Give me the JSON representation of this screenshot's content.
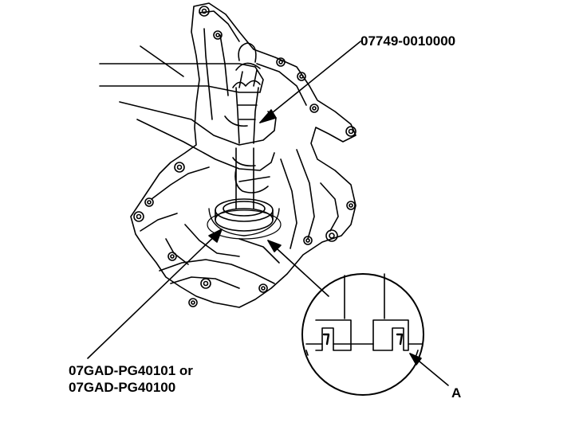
{
  "callouts": {
    "tool_driver": "07749-0010000",
    "tool_attachment_line1": "07GAD-PG40101 or",
    "tool_attachment_line2": "07GAD-PG40100",
    "detail_label": "A"
  },
  "colors": {
    "ink": "#000000",
    "paper": "#ffffff"
  }
}
